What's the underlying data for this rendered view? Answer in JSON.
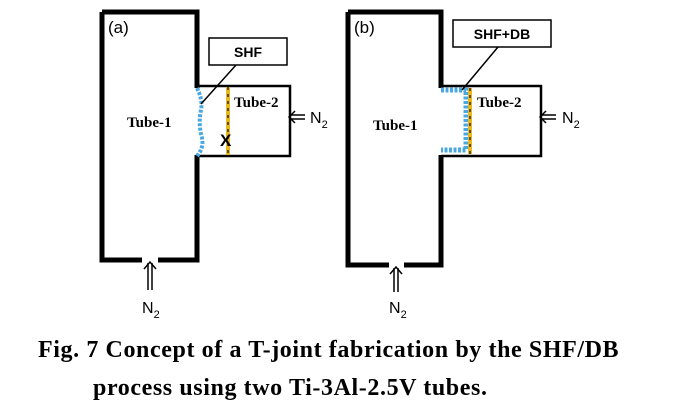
{
  "panels": {
    "a": {
      "tag": "(a)",
      "callout": "SHF",
      "tube1": "Tube-1",
      "tube2": "Tube-2",
      "mark": "X",
      "gas_side": "N",
      "gas_side_sub": "2",
      "gas_bottom": "N",
      "gas_bottom_sub": "2"
    },
    "b": {
      "tag": "(b)",
      "callout": "SHF+DB",
      "tube1": "Tube-1",
      "tube2": "Tube-2",
      "gas_side": "N",
      "gas_side_sub": "2",
      "gas_bottom": "N",
      "gas_bottom_sub": "2"
    }
  },
  "caption": {
    "line1": "Fig. 7 Concept of a T-joint fabrication by the SHF/DB",
    "line2": "process using two Ti-3Al-2.5V tubes."
  },
  "colors": {
    "outline": "#000000",
    "formed_wall": "#4aa8e0",
    "joint_line": "#e8b820",
    "background": "#ffffff"
  }
}
